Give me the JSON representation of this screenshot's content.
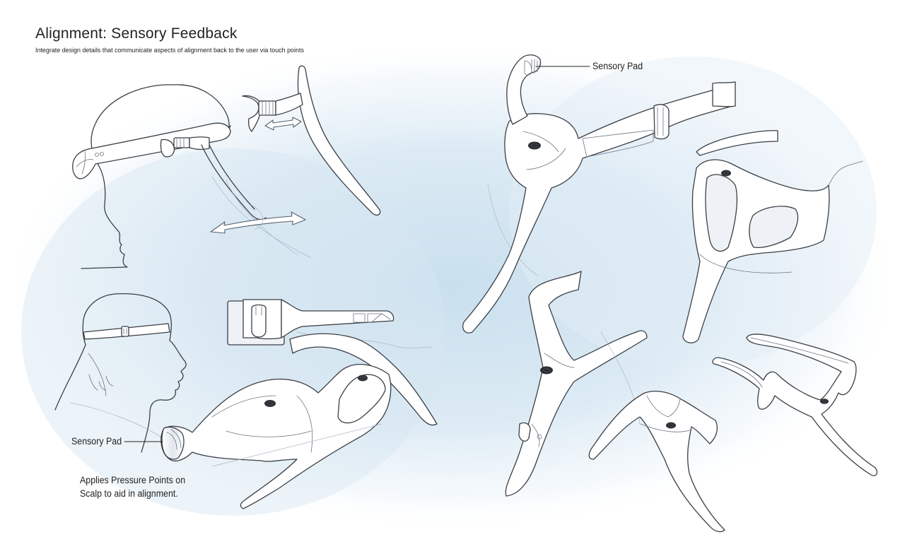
{
  "header": {
    "title": "Alignment: Sensory Feedback",
    "subtitle": "Integrate design details that communicate aspects of alignment back to the user via touch points"
  },
  "callouts": {
    "sensory_pad_top": "Sensory Pad",
    "sensory_pad_left": "Sensory Pad"
  },
  "note": {
    "line1": "Applies Pressure Points on",
    "line2": "Scalp to aid in alignment."
  },
  "colors": {
    "wash": "#cfe2f0",
    "ink": "#3b3f45",
    "paper": "#ffffff"
  }
}
